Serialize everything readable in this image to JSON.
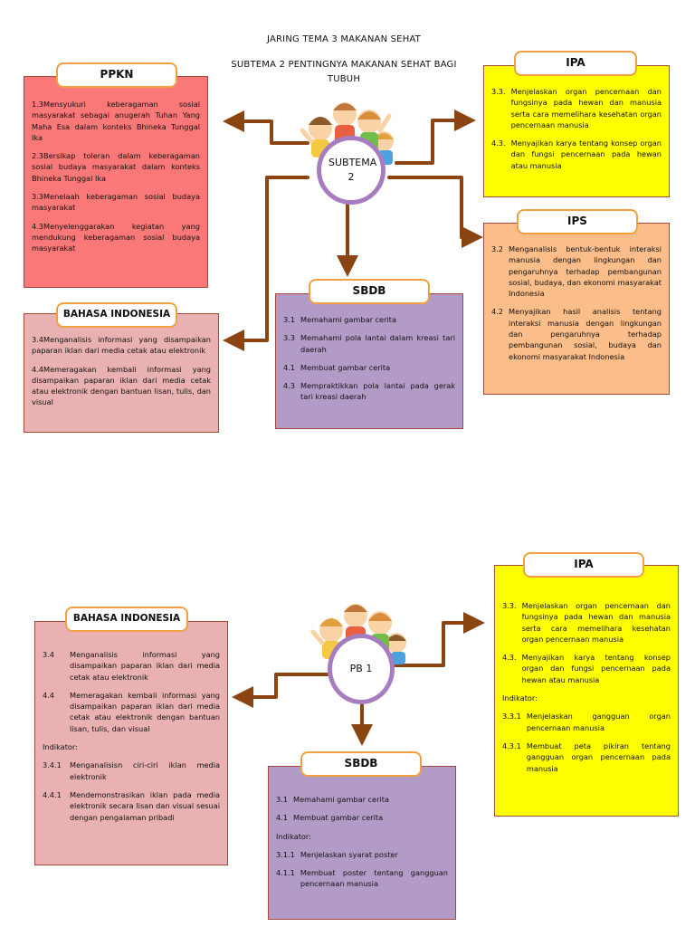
{
  "top": {
    "title": "JARING TEMA 3 MAKANAN SEHAT",
    "subtitle": "SUBTEMA 2 PENTINGNYA MAKANAN SEHAT BAGI TUBUH",
    "center_label": "SUBTEMA 2",
    "ppkn": {
      "label": "PPKN",
      "items": [
        "1.3Mensyukuri keberagaman sosial masyarakat sebagai anugerah Tuhan Yang Maha Esa dalam konteks Bhineka Tunggal Ika",
        "2.3Bersikap toleran dalam keberagaman sosial budaya masyarakat dalam konteks Bhineka Tunggal Ika",
        "3.3Menelaah keberagaman sosial budaya masyarakat",
        "4.3Menyelenggarakan kegiatan yang mendukung keberagaman sosial budaya masyarakat"
      ]
    },
    "ipa": {
      "label": "IPA",
      "items": [
        {
          "num": "3.3.",
          "text": "Menjelaskan organ pencernaan dan fungsinya pada hewan dan manusia serta cara memelihara kesehatan organ pencernaan manusia"
        },
        {
          "num": "4.3.",
          "text": "Menyajikan karya tentang konsep organ dan fungsi pencernaan pada hewan atau manusia"
        }
      ]
    },
    "ips": {
      "label": "IPS",
      "items": [
        {
          "num": "3.2",
          "text": "Menganalisis bentuk-bentuk interaksi manusia dengan lingkungan dan pengaruhnya terhadap pembangunan sosial, budaya, dan ekonomi masyarakat Indonesia"
        },
        {
          "num": "4.2",
          "text": "Menyajikan hasil analisis tentang interaksi manusia dengan lingkungan dan pengaruhnya terhadap pembangunan sosial, budaya dan ekonomi masyarakat Indonesia"
        }
      ]
    },
    "sbdb": {
      "label": "SBDB",
      "items": [
        {
          "num": "3.1",
          "text": "Memahami gambar cerita"
        },
        {
          "num": "3.3",
          "text": "Memahami pola lantai dalam kreasi tari daerah"
        },
        {
          "num": "4.1",
          "text": "Membuat gambar cerita"
        },
        {
          "num": "4.3",
          "text": "Mempraktikkan pola lantai pada gerak tari kreasi daerah"
        }
      ]
    },
    "bi": {
      "label": "BAHASA INDONESIA",
      "items": [
        "3.4Menganalisis informasi yang disampaikan paparan iklan dari media cetak atau elektronik",
        "4.4Memeragakan kembali informasi yang disampaikan paparan iklan dari media cetak atau elektronik dengan bantuan lisan, tulis, dan visual"
      ]
    }
  },
  "bottom": {
    "center_label": "PB 1",
    "ipa": {
      "label": "IPA",
      "items": [
        {
          "num": "3.3.",
          "text": "Menjelaskan organ pencernaan dan fungsinya pada hewan dan manusia serta cara memelihara kesehatan organ pencernaan manusia"
        },
        {
          "num": "4.3.",
          "text": "Menyajikan karya tentang konsep organ dan fungsi pencernaan pada hewan atau manusia"
        }
      ],
      "indikator_label": "Indikator:",
      "indikator": [
        {
          "num": "3.3.1",
          "text": "Menjelaskan gangguan organ pencernaan manusia"
        },
        {
          "num": "4.3.1",
          "text": "Membuat peta pikiran tentang gangguan organ pencernaan pada manusia"
        }
      ]
    },
    "bi": {
      "label": "BAHASA INDONESIA",
      "items": [
        {
          "num": "3.4",
          "text": "Menganalisis informasi yang disampaikan paparan iklan dari media cetak atau elektronik"
        },
        {
          "num": "4.4",
          "text": "Memeragakan kembali informasi yang disampaikan paparan iklan dari media cetak atau elektronik dengan bantuan lisan, tulis, dan visual"
        }
      ],
      "indikator_label": "Indikator:",
      "indikator": [
        {
          "num": "3.4.1",
          "text": "Menganalisisn ciri-ciri iklan media elektronik"
        },
        {
          "num": "4.4.1",
          "text": "Mendemonstrasikan iklan pada media elektronik secara lisan dan visual sesuai dengan pengalaman pribadi"
        }
      ]
    },
    "sbdb": {
      "label": "SBDB",
      "items": [
        {
          "num": "3.1",
          "text": "Memahami gambar cerita"
        },
        {
          "num": "4.1",
          "text": "Membuat gambar cerita"
        }
      ],
      "indikator_label": "Indikator:",
      "indikator": [
        {
          "num": "3.1.1",
          "text": "Menjelaskan syarat poster"
        },
        {
          "num": "4.1.1",
          "text": "Membuat poster tentang gangguan pencernaan manusia"
        }
      ]
    }
  },
  "colors": {
    "arrow": "#8b4513",
    "ppkn": "#fb7878",
    "ipa": "#ffff00",
    "ips": "#fbbd8a",
    "sbdb": "#b39bc8",
    "bi": "#e9b1b1",
    "label_border": "#f0a040",
    "circle": "#a87cc0"
  }
}
